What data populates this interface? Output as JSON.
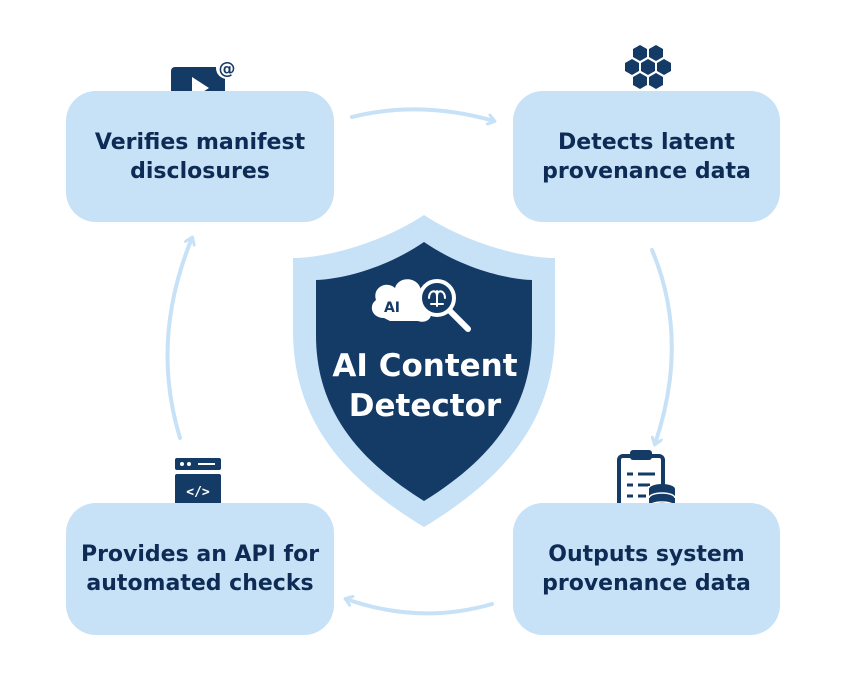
{
  "center": {
    "title_line1": "AI Content",
    "title_line2": "Detector",
    "badge": "AI"
  },
  "steps": [
    {
      "id": "verify",
      "line1": "Verifies manifest",
      "line2": "disclosures",
      "icon": "video-at-icon"
    },
    {
      "id": "detect",
      "line1": "Detects latent",
      "line2": "provenance data",
      "icon": "hexagon-cluster-icon"
    },
    {
      "id": "outputs",
      "line1": "Outputs system",
      "line2": "provenance data",
      "icon": "clipboard-database-icon"
    },
    {
      "id": "api",
      "line1": "Provides an API for",
      "line2": "automated checks",
      "icon": "server-code-icon"
    }
  ],
  "colors": {
    "box_fill": "#c7e1f7",
    "text_dark": "#0d2b54",
    "shield_outer": "#c7e1f7",
    "shield_inner": "#143a66",
    "arrow": "#c7e1f7",
    "icon": "#143a66"
  }
}
